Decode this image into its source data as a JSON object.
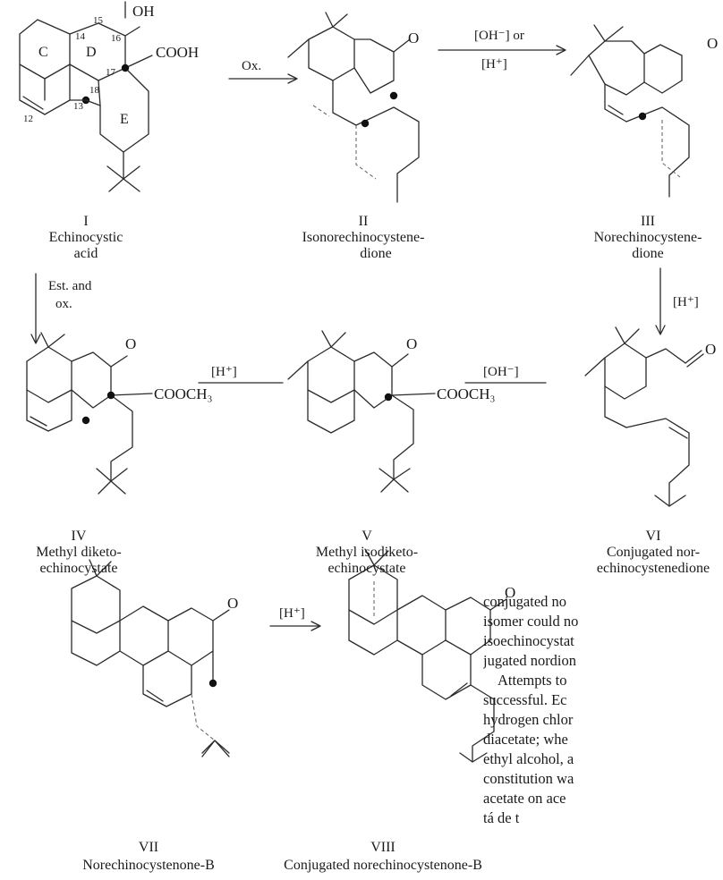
{
  "compounds": {
    "I": {
      "numeral": "I",
      "name": [
        "Echinocystic",
        "acid"
      ]
    },
    "II": {
      "numeral": "II",
      "name": [
        "Isonorechinocystene-",
        "dione"
      ]
    },
    "III": {
      "numeral": "III",
      "name": [
        "Norechinocystene-",
        "dione"
      ]
    },
    "IV": {
      "numeral": "IV",
      "name": [
        "Methyl diketo-",
        "echinocystate"
      ]
    },
    "V": {
      "numeral": "V",
      "name": [
        "Methyl isodiketo-",
        "echinocystate"
      ]
    },
    "VI": {
      "numeral": "VI",
      "name": [
        "Conjugated nor-",
        "echinocystenedione"
      ]
    },
    "VII": {
      "numeral": "VII",
      "name": [
        "Norechinocystenone-B"
      ]
    },
    "VIII": {
      "numeral": "VIII",
      "name": [
        "Conjugated norechinocystenone-B"
      ]
    }
  },
  "arrows": {
    "ox": "Ox.",
    "oh_or": "[OH⁻] or",
    "h_plus": "[H⁺]",
    "est_ox_1": "Est. and",
    "est_ox_2": "ox.",
    "h_down": "[H⁺]",
    "h_left": "[H⁺]",
    "oh_left": "[OH⁻]",
    "h_bottom": "[H⁺]"
  },
  "atoms": {
    "oh": "OH",
    "cooh": "COOH",
    "o": "O",
    "cooch3": "COOCH₃"
  },
  "ring_labels": {
    "c": "C",
    "d": "D",
    "e": "E"
  },
  "locants": [
    "15",
    "16",
    "14",
    "17",
    "18",
    "13",
    "12"
  ],
  "paragraph_lines": [
    "conjugated no",
    "isomer could no",
    "isoechinocystat",
    "jugated nordion",
    "Attempts to",
    "successful.  Ec",
    "hydrogen chlor",
    "diacetate;  whe",
    "ethyl alcohol, a",
    "constitution wa",
    "acetate on ace",
    "tá    de   t"
  ]
}
